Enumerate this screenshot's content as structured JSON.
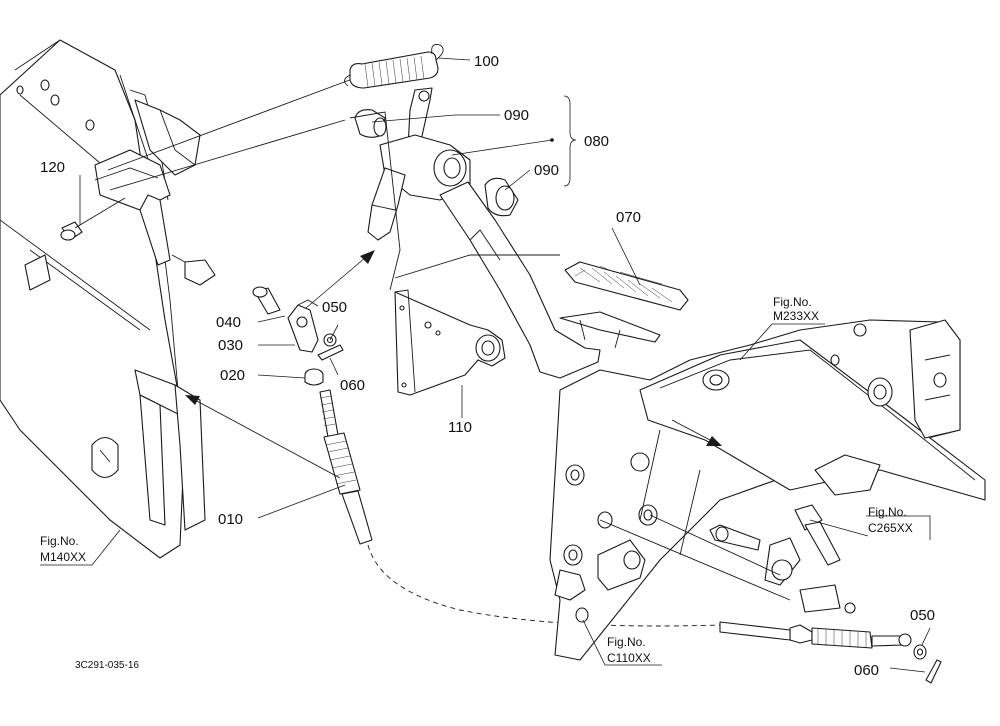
{
  "parts": {
    "p010": "010",
    "p020": "020",
    "p030": "030",
    "p040": "040",
    "p050": "050",
    "p060": "060",
    "p070": "070",
    "p080": "080",
    "p090a": "090",
    "p090b": "090",
    "p100": "100",
    "p110": "110",
    "p120": "120",
    "p050b": "050",
    "p060b": "060"
  },
  "refs": {
    "m233": {
      "title": "Fig.No.",
      "code": "M233XX"
    },
    "c265": {
      "title": "Fig.No.",
      "code": "C265XX"
    },
    "m140": {
      "title": "Fig.No.",
      "code": "M140XX"
    },
    "c110": {
      "title": "Fig.No.",
      "code": "C110XX"
    }
  },
  "drawing_code": "3C291-035-16"
}
